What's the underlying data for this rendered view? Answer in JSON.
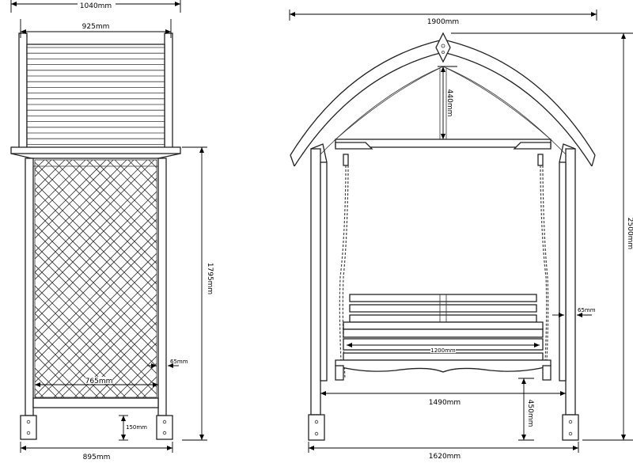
{
  "side_view": {
    "width_overall": "1040mm",
    "roof_width": "925mm",
    "post_height": "1795mm",
    "lattice_width": "765mm",
    "slat_thickness": "65mm",
    "base_height": "150mm",
    "base_width": "895mm"
  },
  "front_view": {
    "width_overall": "1900mm",
    "roof_height": "440mm",
    "height_overall": "2500mm",
    "post_thickness": "65mm",
    "seat_width": "1200mm",
    "swing_width": "1490mm",
    "seat_height": "450mm",
    "base_width": "1620mm"
  }
}
